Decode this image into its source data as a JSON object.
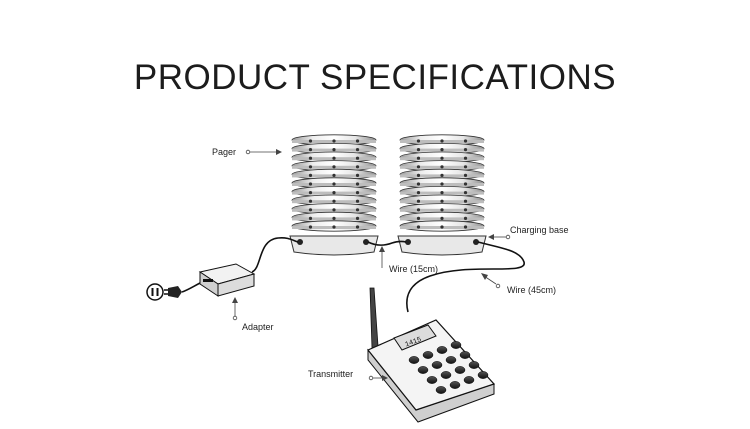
{
  "title": "PRODUCT SPECIFICATIONS",
  "labels": {
    "pager": "Pager",
    "charging_base": "Charging base",
    "wire_15": "Wire (15cm)",
    "wire_45": "Wire (45cm)",
    "adapter": "Adapter",
    "transmitter": "Transmitter"
  },
  "transmitter_display": "1415"
}
